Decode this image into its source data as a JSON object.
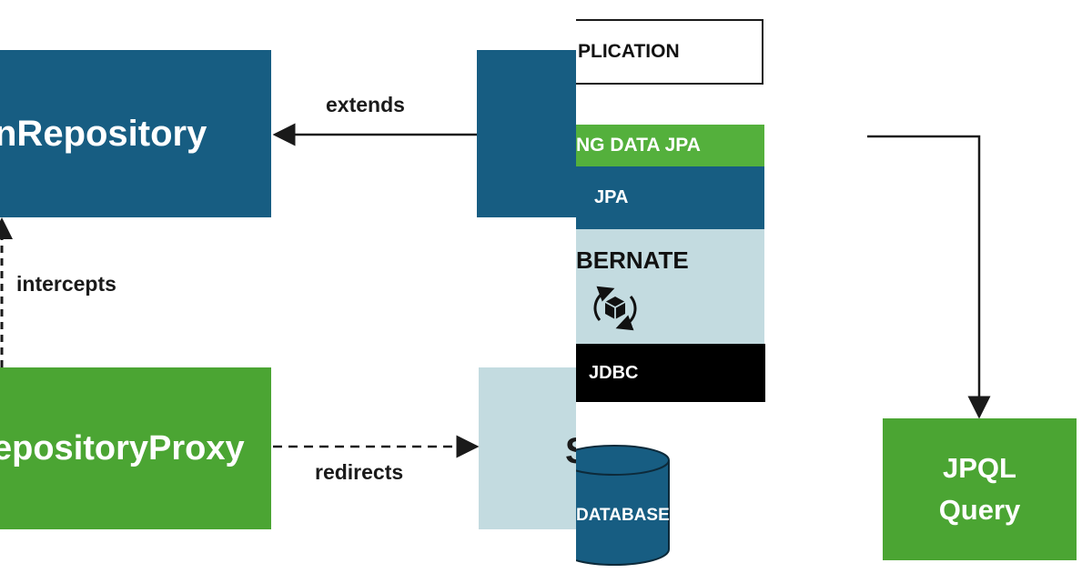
{
  "left_diagram": {
    "repository_box": {
      "label": "nRepository",
      "color": "#175d82"
    },
    "proxy_box": {
      "label": "epositoryProxy",
      "color": "#4ba533"
    },
    "edges": {
      "extends": "extends",
      "intercepts": "intercepts",
      "redirects": "redirects"
    },
    "partial_right_box_text": "S",
    "colors": {
      "blue": "#175d82",
      "green": "#4ba533",
      "light": "#c3dbe0"
    }
  },
  "stack": {
    "application": "PLICATION",
    "spring_data_jpa": "NG DATA JPA",
    "jpa": "JPA",
    "hibernate": "BERNATE",
    "jdbc": "JDBC",
    "database": "DATABASE",
    "icons": [
      "refresh-cube-icon"
    ],
    "colors": {
      "green": "#54b03c",
      "blue": "#175d82",
      "hibernate_bg": "#c3dbe0",
      "jdbc_bg": "#000000"
    }
  },
  "right_diagram": {
    "query_box": {
      "line1": "JPQL",
      "line2": "Query",
      "color": "#4ba533"
    }
  }
}
